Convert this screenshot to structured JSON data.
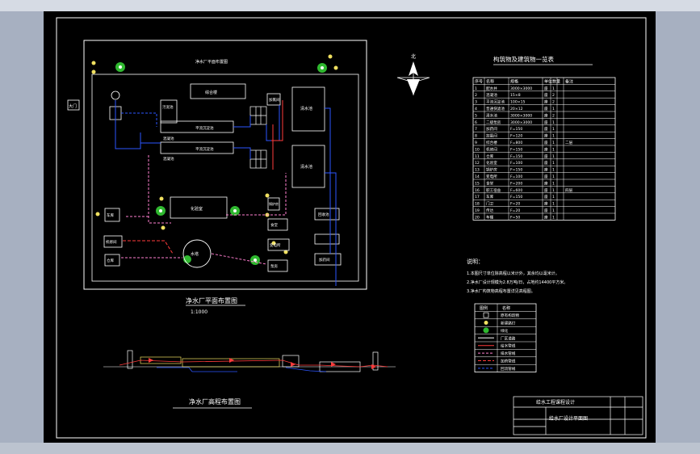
{
  "plan": {
    "title": "净水厂平面布置图",
    "scale": "1:1000",
    "north": "北",
    "labels": {
      "gate": "大门",
      "office": "综合楼",
      "sludge_pool": "污泥池",
      "sedimentation_1": "平流沉淀池",
      "sedimentation_2": "平流沉淀池",
      "coagulation": "混凝池",
      "filter": "滤池",
      "clear_water_1": "清水池",
      "clear_water_2": "清水池",
      "pump_house": "泵房",
      "dosing": "加药间",
      "workshop": "机修间",
      "storage": "仓库",
      "garage": "车库",
      "boiler": "锅炉房",
      "canteen": "食堂",
      "lab": "化验室",
      "circle": "水塔",
      "substation": "变电所",
      "chlorine": "加氯间",
      "waste_pool": "回收池"
    }
  },
  "table": {
    "title": "构筑物及建筑物一览表",
    "headers": [
      "序号",
      "名称",
      "规格",
      "单位",
      "数量",
      "备注"
    ],
    "rows": [
      [
        "1",
        "配水井",
        "3000×3000",
        "座",
        "1",
        ""
      ],
      [
        "2",
        "混凝池",
        "15×8",
        "座",
        "2",
        ""
      ],
      [
        "3",
        "平流沉淀池",
        "100×15",
        "座",
        "2",
        ""
      ],
      [
        "4",
        "普通快滤池",
        "20×12",
        "座",
        "1",
        ""
      ],
      [
        "5",
        "清水池",
        "3000×3000",
        "座",
        "2",
        ""
      ],
      [
        "6",
        "二级泵房",
        "3000×3000",
        "座",
        "1",
        ""
      ],
      [
        "7",
        "加药间",
        "F=150",
        "座",
        "1",
        ""
      ],
      [
        "8",
        "加氯间",
        "F=120",
        "座",
        "1",
        ""
      ],
      [
        "9",
        "综合楼",
        "F=800",
        "座",
        "1",
        "二层"
      ],
      [
        "10",
        "机修间",
        "F=150",
        "座",
        "1",
        ""
      ],
      [
        "11",
        "仓库",
        "F=150",
        "座",
        "1",
        ""
      ],
      [
        "12",
        "化验室",
        "F=100",
        "座",
        "1",
        ""
      ],
      [
        "13",
        "锅炉房",
        "F=150",
        "座",
        "1",
        ""
      ],
      [
        "14",
        "变电所",
        "F=100",
        "座",
        "1",
        ""
      ],
      [
        "15",
        "食堂",
        "F=200",
        "座",
        "1",
        ""
      ],
      [
        "16",
        "职工宿舍",
        "F=600",
        "座",
        "1",
        "四层"
      ],
      [
        "17",
        "车库",
        "F=150",
        "座",
        "1",
        ""
      ],
      [
        "18",
        "门卫",
        "F=20",
        "座",
        "1",
        ""
      ],
      [
        "19",
        "传达",
        "F=20",
        "座",
        "1",
        ""
      ],
      [
        "20",
        "车棚",
        "F=50",
        "座",
        "1",
        ""
      ]
    ]
  },
  "notes": {
    "title": "说明：",
    "lines": [
      "1.本图尺寸单位除高程以米计外，其余均以毫米计。",
      "2.净水厂设计规模为2.8万吨/日，占地约14400平方米。",
      "3.净水厂构筑物高程布置详见高程图。"
    ]
  },
  "legend": {
    "headers": [
      "图例",
      "名称"
    ],
    "items": [
      "原有构筑物",
      "新建路灯",
      "绿化",
      "厂区道路",
      "给水管线",
      "排水管线",
      "加药管线",
      "回流管线"
    ]
  },
  "profile": {
    "title": "净水厂高程布置图"
  },
  "titleblock": {
    "project": "给水工程课程设计",
    "drawing": "给水厂设计平面图"
  },
  "colors": {
    "white": "#ffffff",
    "blue": "#2d56ff",
    "red": "#ff3b3b",
    "pink": "#ff7fd0",
    "yellow": "#f0e060",
    "green": "#2fb82f"
  }
}
